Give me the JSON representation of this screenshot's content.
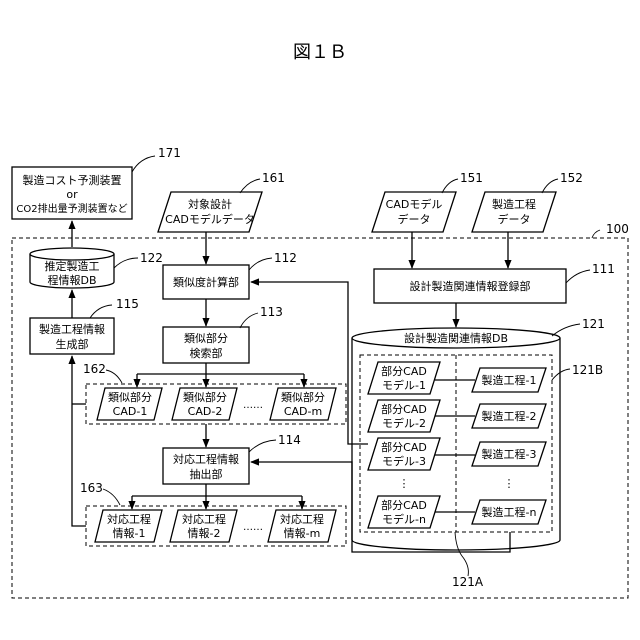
{
  "figure": {
    "title": "図１Ｂ",
    "system_ref": "100"
  },
  "nodes": {
    "n171": {
      "ref": "171",
      "lines": [
        "製造コスト予測装置",
        "or",
        "CO2排出量予測装置など"
      ]
    },
    "n161": {
      "ref": "161",
      "lines": [
        "対象設計",
        "CADモデルデータ"
      ]
    },
    "n151": {
      "ref": "151",
      "lines": [
        "CADモデル",
        "データ"
      ]
    },
    "n152": {
      "ref": "152",
      "lines": [
        "製造工程",
        "データ"
      ]
    },
    "n122": {
      "ref": "122",
      "lines": [
        "推定製造工",
        "程情報DB"
      ]
    },
    "n112": {
      "ref": "112",
      "lines": [
        "類似度計算部"
      ]
    },
    "n111": {
      "ref": "111",
      "lines": [
        "設計製造関連情報登録部"
      ]
    },
    "n115": {
      "ref": "115",
      "lines": [
        "製造工程情報",
        "生成部"
      ]
    },
    "n113": {
      "ref": "113",
      "lines": [
        "類似部分",
        "検索部"
      ]
    },
    "n121": {
      "ref": "121",
      "lines": [
        "設計製造関連情報DB"
      ]
    },
    "n114": {
      "ref": "114",
      "lines": [
        "対応工程情報",
        "抽出部"
      ]
    }
  },
  "group162": {
    "ref": "162",
    "items": [
      {
        "lines": [
          "類似部分",
          "CAD-1"
        ]
      },
      {
        "lines": [
          "類似部分",
          "CAD-2"
        ]
      },
      {
        "lines": [
          "類似部分",
          "CAD-m"
        ]
      }
    ],
    "ellipsis": "……"
  },
  "group163": {
    "ref": "163",
    "items": [
      {
        "lines": [
          "対応工程",
          "情報-1"
        ]
      },
      {
        "lines": [
          "対応工程",
          "情報-2"
        ]
      },
      {
        "lines": [
          "対応工程",
          "情報-m"
        ]
      }
    ],
    "ellipsis": "……"
  },
  "db121": {
    "ref_a": "121A",
    "ref_b": "121B",
    "left": [
      {
        "lines": [
          "部分CAD",
          "モデル-1"
        ]
      },
      {
        "lines": [
          "部分CAD",
          "モデル-2"
        ]
      },
      {
        "lines": [
          "部分CAD",
          "モデル-3"
        ]
      },
      {
        "lines": [
          "部分CAD",
          "モデル-n"
        ]
      }
    ],
    "right": [
      {
        "lines": [
          "製造工程-1"
        ]
      },
      {
        "lines": [
          "製造工程-2"
        ]
      },
      {
        "lines": [
          "製造工程-3"
        ]
      },
      {
        "lines": [
          "製造工程-n"
        ]
      }
    ],
    "vdots": "⋮"
  }
}
